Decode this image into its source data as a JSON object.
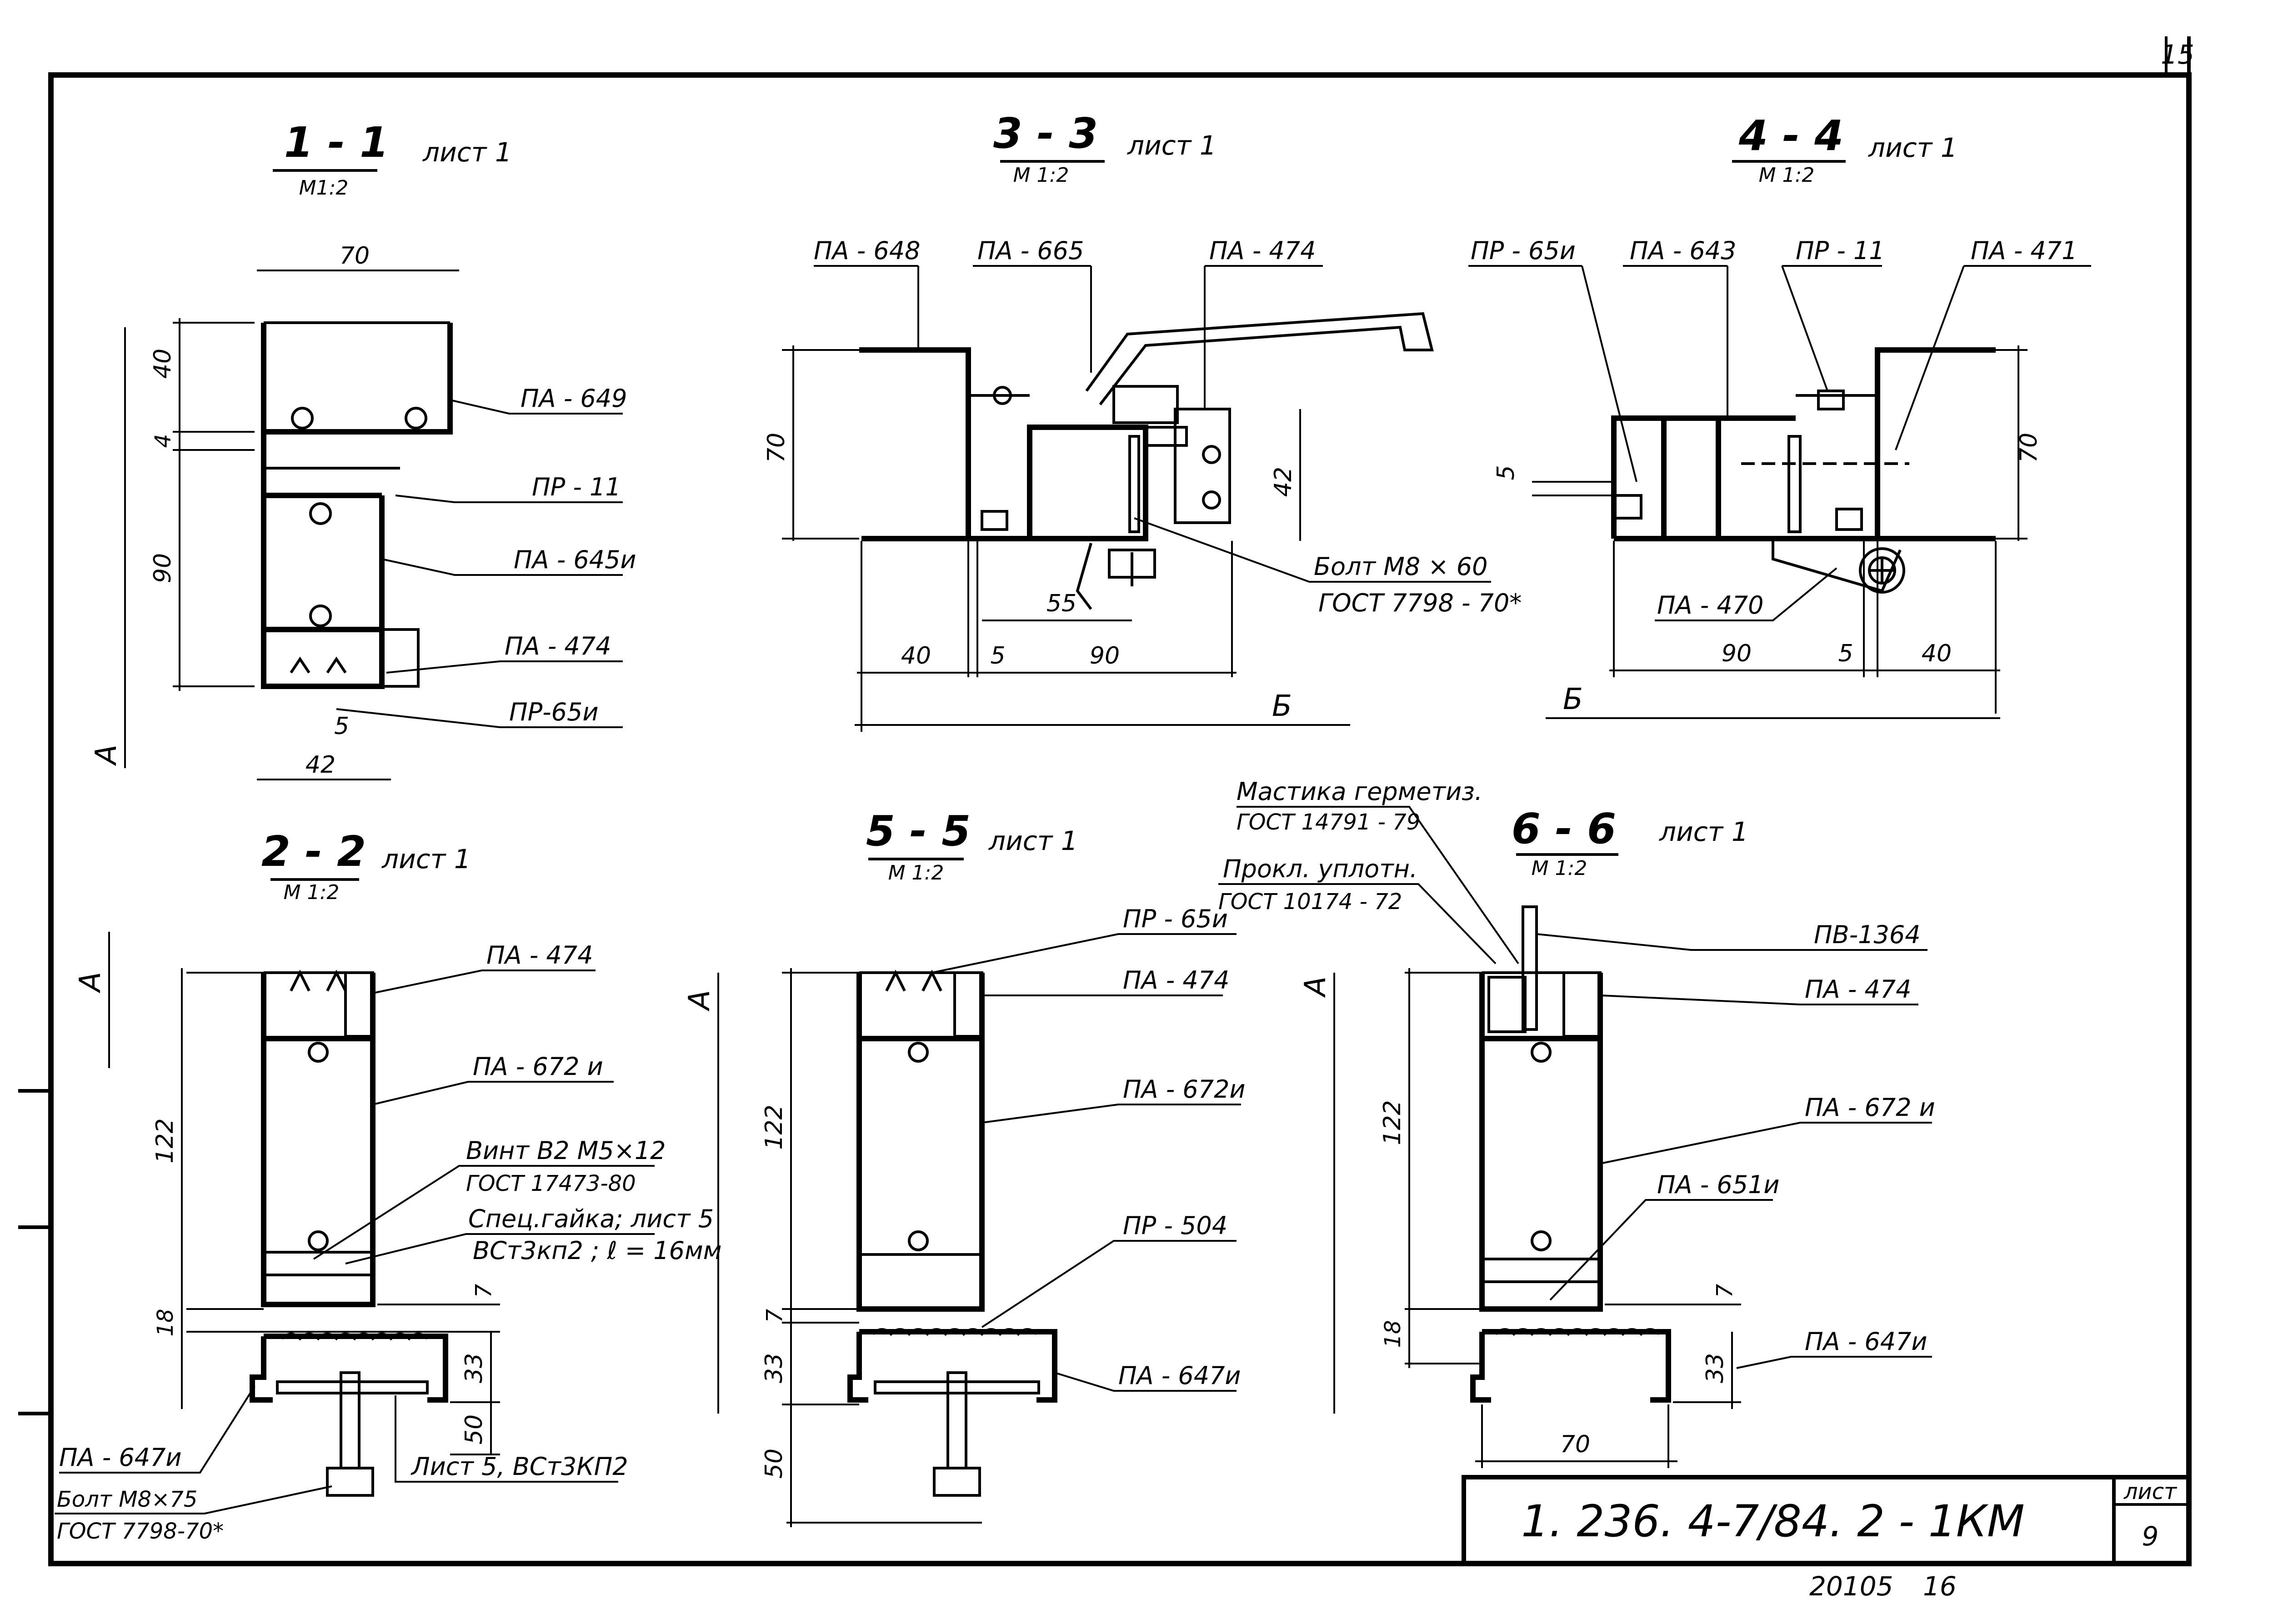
{
  "page_number": "15",
  "sections": {
    "s11": {
      "title": "1 - 1",
      "scale": "М1:2",
      "sheet": "лист 1",
      "labels": [
        "ПА - 649",
        "ПР - 11",
        "ПА - 645и",
        "ПА - 474",
        "ПР-65и"
      ],
      "dims": [
        "70",
        "40",
        "4",
        "90",
        "5",
        "42"
      ],
      "axis": "А"
    },
    "s33": {
      "title": "3 - 3",
      "scale": "М 1:2",
      "sheet": "лист 1",
      "labels": [
        "ПА - 648",
        "ПА - 665",
        "ПА - 474",
        "Болт М8 × 60",
        "ГОСТ 7798 - 70*"
      ],
      "dims": [
        "70",
        "42",
        "55",
        "40",
        "5",
        "90"
      ],
      "axis": "Б"
    },
    "s44": {
      "title": "4 - 4",
      "scale": "М 1:2",
      "sheet": "лист 1",
      "labels": [
        "ПР - 65и",
        "ПА - 643",
        "ПР - 11",
        "ПА - 471",
        "ПА - 470"
      ],
      "dims": [
        "5",
        "70",
        "90",
        "5",
        "40"
      ],
      "axis": "Б"
    },
    "s22": {
      "title": "2 - 2",
      "scale": "М 1:2",
      "sheet": "лист 1",
      "labels": [
        "ПА - 474",
        "ПА - 672 и",
        "Винт В2 М5×12",
        "ГОСТ 17473-80",
        "Спец.гайка; лист 5",
        "ВСт3кп2 ; ℓ = 16мм",
        "ПА - 647и",
        "Болт М8×75",
        "ГОСТ 7798-70*",
        "Лист 5, ВСт3КП2"
      ],
      "dims": [
        "122",
        "18",
        "7",
        "33",
        "50"
      ],
      "axis": "А"
    },
    "s55": {
      "title": "5 - 5",
      "scale": "М 1:2",
      "sheet": "лист 1",
      "labels": [
        "ПР - 65и",
        "ПА - 474",
        "ПА - 672и",
        "ПР - 504",
        "ПА - 647и"
      ],
      "dims": [
        "122",
        "7",
        "33",
        "50"
      ],
      "axis": "А"
    },
    "s66": {
      "title": "6 - 6",
      "scale": "М 1:2",
      "sheet": "лист 1",
      "labels": [
        "Мастика герметиз.",
        "ГОСТ 14791 - 79",
        "Прокл. уплотн.",
        "ГОСТ 10174 - 72",
        "ПВ-1364",
        "ПА - 474",
        "ПА - 672 и",
        "ПА - 651и",
        "ПА - 647и"
      ],
      "dims": [
        "122",
        "18",
        "7",
        "33",
        "70"
      ],
      "axis": "А"
    }
  },
  "title_block": {
    "document": "1. 236. 4-7/84. 2 - 1КМ",
    "sheet_label": "лист",
    "sheet_number": "9"
  },
  "footer": {
    "archive": "20105",
    "copy": "16"
  }
}
